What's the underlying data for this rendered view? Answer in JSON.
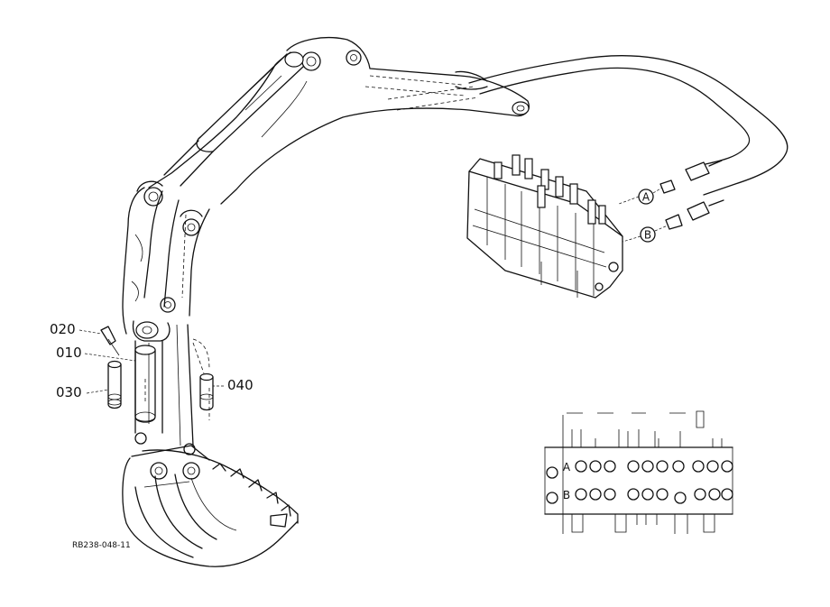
{
  "callouts": {
    "part_020": "020",
    "part_010": "010",
    "part_030": "030",
    "part_040": "040",
    "port_a": "A",
    "port_b": "B"
  },
  "inset": {
    "row_a": "A",
    "row_b": "B"
  },
  "drawing_code": "RB238-048-11"
}
